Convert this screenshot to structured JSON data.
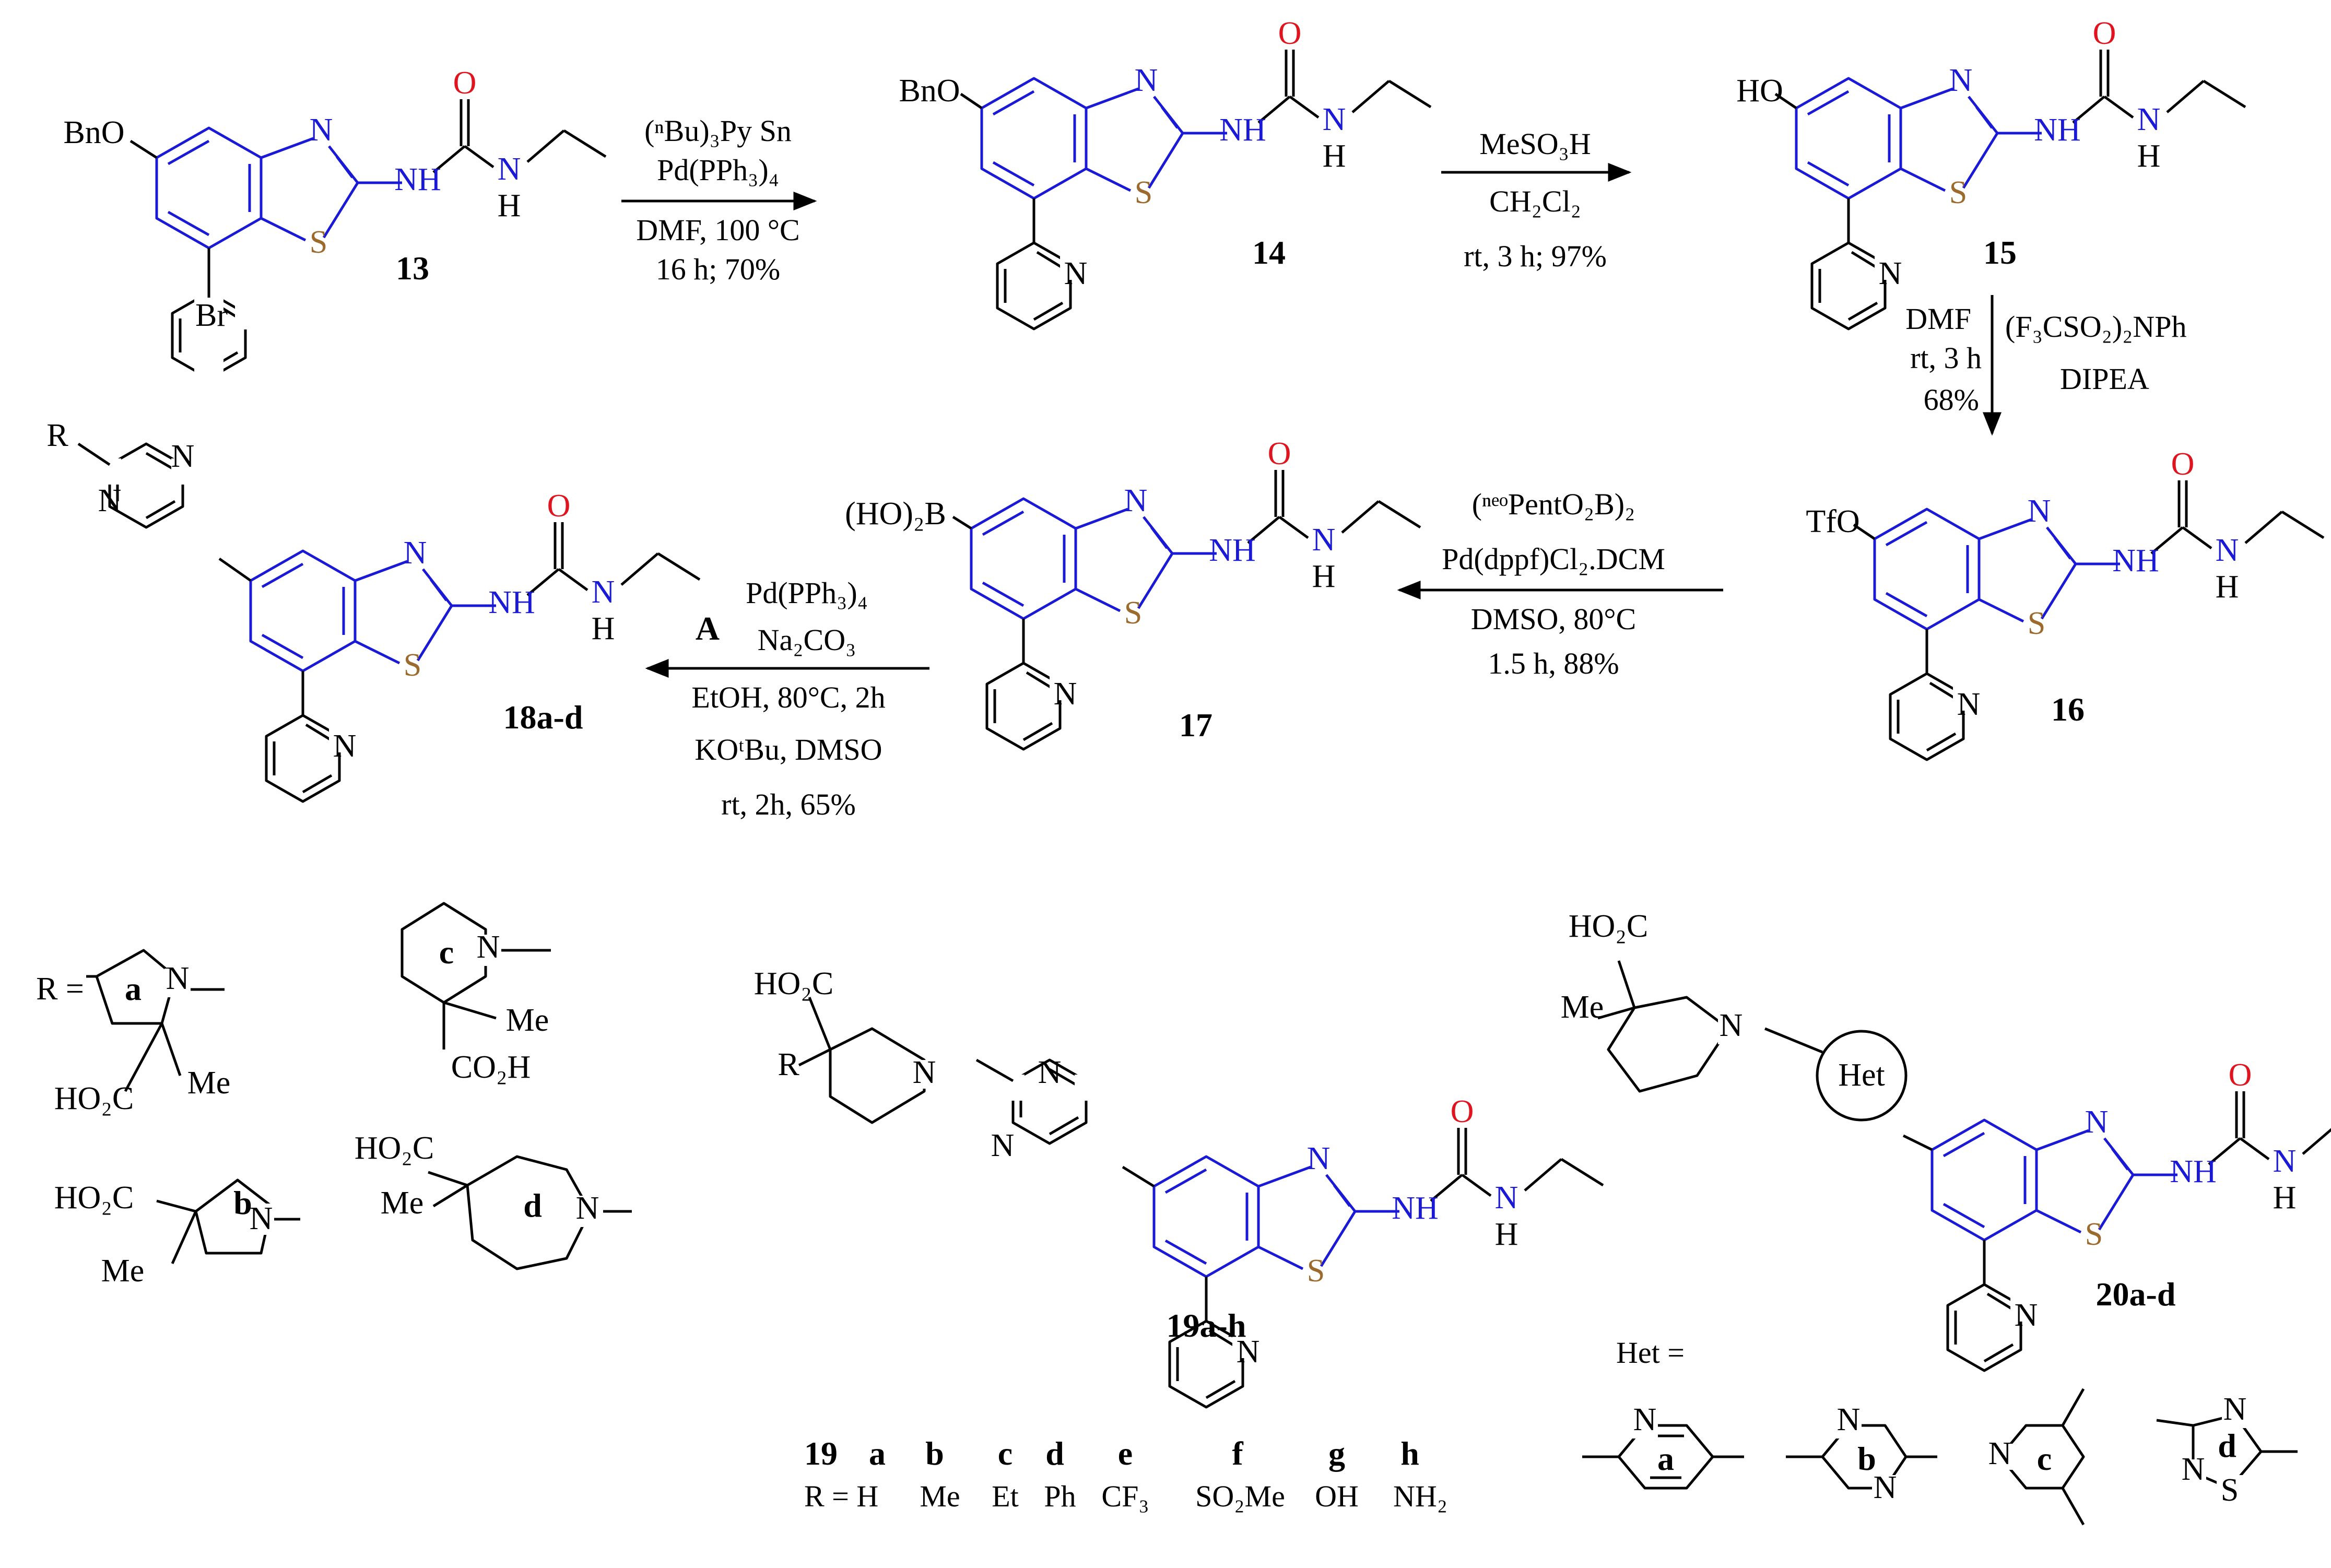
{
  "compounds": {
    "c13": "13",
    "c14": "14",
    "c15": "15",
    "c16": "16",
    "c17": "17",
    "c18": "18a-d",
    "c19": "19a-h",
    "c20": "20a-d"
  },
  "atoms": {
    "N": "N",
    "O": "O",
    "S": "S",
    "H": "H",
    "NH": "NH",
    "Br": "Br",
    "BnO": "BnO",
    "HO": "HO",
    "TfO": "TfO",
    "HO2B": "(HO)₂B",
    "R": "R",
    "R_eq": "R =",
    "Me": "Me",
    "HO2C": "HO₂C",
    "CO2H": "CO₂H",
    "Het": "Het",
    "Het_eq": "Het ="
  },
  "arrows": {
    "a1": {
      "above1": "(ⁿBu)₃Py Sn",
      "above2": "Pd(PPh₃)₄",
      "below1": "DMF, 100 °C",
      "below2": "16 h; 70%"
    },
    "a2": {
      "above1": "MeSO₃H",
      "above2": "CH₂Cl₂",
      "below1": "rt, 3 h; 97%"
    },
    "a3": {
      "left1": "DMF",
      "left2": "rt, 3 h",
      "left3": "68%",
      "right1": "(F₃CSO₂)₂NPh",
      "right2": "DIPEA"
    },
    "a4": {
      "above1": "(ⁿᵉᵒPentO₂B)₂",
      "above2": "Pd(dppf)Cl₂.DCM",
      "below1": "DMSO, 80°C",
      "below2": "1.5 h, 88%"
    },
    "a5": {
      "label": "A",
      "above1": "Pd(PPh₃)₄",
      "above2": "Na₂CO₃",
      "below1": "EtOH, 80°C, 2h",
      "below2": "KOᵗBu, DMSO",
      "below3": "rt, 2h, 65%"
    }
  },
  "r_groups": [
    "a",
    "b",
    "c",
    "d"
  ],
  "het_groups": [
    "a",
    "b",
    "c",
    "d"
  ],
  "table19": {
    "head": "19",
    "letters": [
      "a",
      "b",
      "c",
      "d",
      "e",
      "f",
      "g",
      "h"
    ],
    "r_label": "R = H",
    "values": [
      "Me",
      "Et",
      "Ph",
      "CF₃",
      "SO₂Me",
      "OH",
      "NH₂"
    ]
  },
  "colors": {
    "core": "#1a1ad6",
    "oxygen": "#e0141e",
    "sulfur": "#9c6a2c"
  }
}
